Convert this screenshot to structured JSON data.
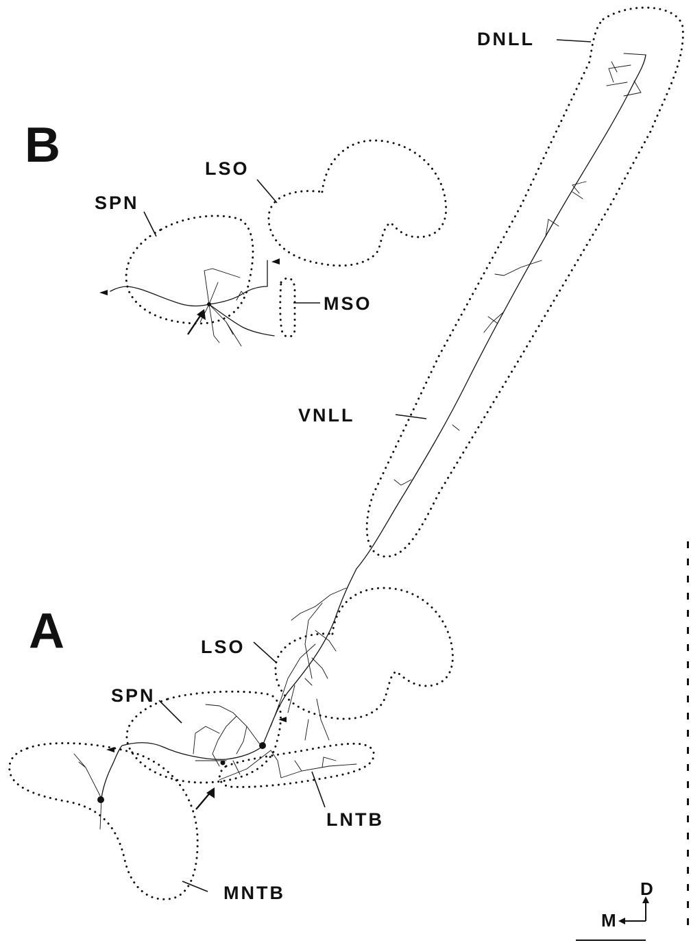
{
  "panels": {
    "panel_a": "A",
    "panel_b": "B"
  },
  "regions": {
    "dnll": "DNLL",
    "vnll": "VNLL",
    "lso_a": "LSO",
    "lso_b": "LSO",
    "spn_a": "SPN",
    "spn_b": "SPN",
    "mso": "MSO",
    "lntb": "LNTB",
    "mntb": "MNTB"
  },
  "orientation": {
    "dorsal": "D",
    "medial": "M"
  },
  "colors": {
    "ink": "#111111",
    "background": "#ffffff"
  }
}
